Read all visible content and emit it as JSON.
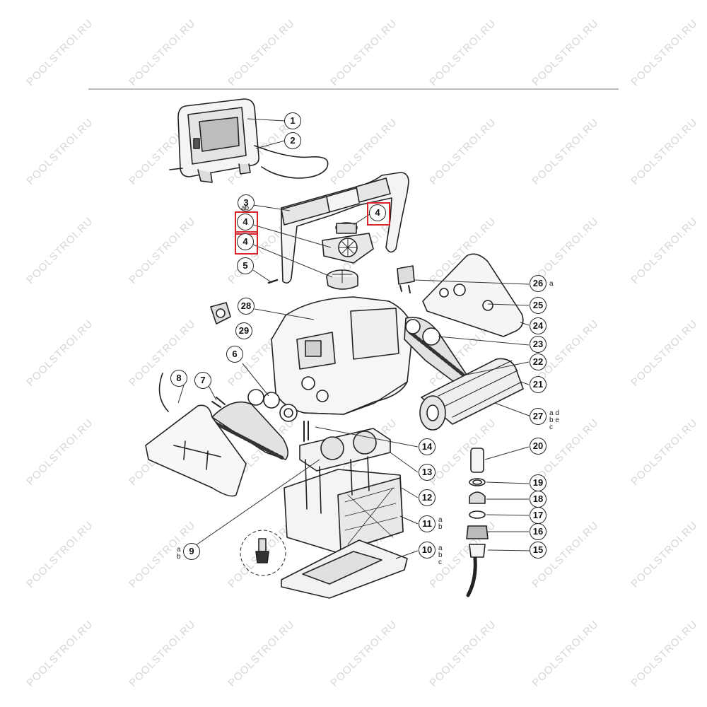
{
  "watermark": {
    "text": "POOLSTROI.RU"
  },
  "diagram": {
    "highlight_color": "#d8232a",
    "parts": [
      {
        "id": "p1",
        "num": "1",
        "suffix": ""
      },
      {
        "id": "p2",
        "num": "2",
        "suffix": ""
      },
      {
        "id": "p3",
        "num": "3",
        "suffix": "ab"
      },
      {
        "id": "p4a",
        "num": "4",
        "suffix": ""
      },
      {
        "id": "p4b",
        "num": "4",
        "suffix": ""
      },
      {
        "id": "p4c",
        "num": "4",
        "suffix": ""
      },
      {
        "id": "p5",
        "num": "5",
        "suffix": ""
      },
      {
        "id": "p6",
        "num": "6",
        "suffix": ""
      },
      {
        "id": "p7",
        "num": "7",
        "suffix": ""
      },
      {
        "id": "p8",
        "num": "8",
        "suffix": ""
      },
      {
        "id": "p9",
        "num": "9",
        "suffix": "a\nb"
      },
      {
        "id": "p10",
        "num": "10",
        "suffix": "a\nb\nc"
      },
      {
        "id": "p11",
        "num": "11",
        "suffix": "a\nb"
      },
      {
        "id": "p12",
        "num": "12",
        "suffix": ""
      },
      {
        "id": "p13",
        "num": "13",
        "suffix": ""
      },
      {
        "id": "p14",
        "num": "14",
        "suffix": ""
      },
      {
        "id": "p15",
        "num": "15",
        "suffix": ""
      },
      {
        "id": "p16",
        "num": "16",
        "suffix": ""
      },
      {
        "id": "p17",
        "num": "17",
        "suffix": ""
      },
      {
        "id": "p18",
        "num": "18",
        "suffix": ""
      },
      {
        "id": "p19",
        "num": "19",
        "suffix": ""
      },
      {
        "id": "p20",
        "num": "20",
        "suffix": ""
      },
      {
        "id": "p21",
        "num": "21",
        "suffix": ""
      },
      {
        "id": "p22",
        "num": "22",
        "suffix": ""
      },
      {
        "id": "p23",
        "num": "23",
        "suffix": ""
      },
      {
        "id": "p24",
        "num": "24",
        "suffix": ""
      },
      {
        "id": "p25",
        "num": "25",
        "suffix": ""
      },
      {
        "id": "p26",
        "num": "26",
        "suffix": "a"
      },
      {
        "id": "p27",
        "num": "27",
        "suffix": "a d\nb e\nc"
      },
      {
        "id": "p28",
        "num": "28",
        "suffix": ""
      },
      {
        "id": "p29",
        "num": "29",
        "suffix": ""
      }
    ]
  }
}
